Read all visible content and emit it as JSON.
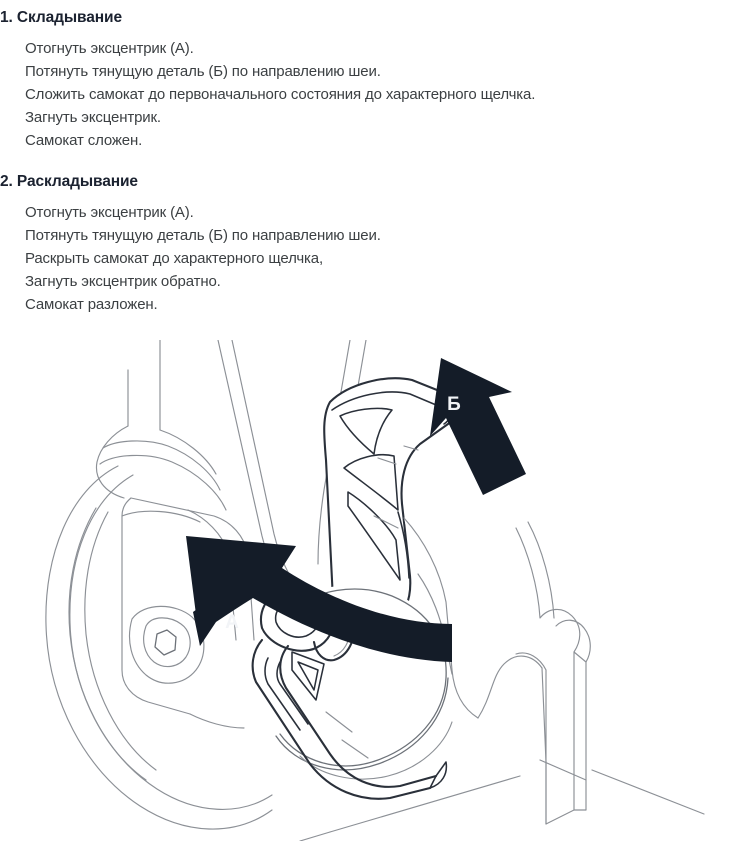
{
  "document": {
    "type": "instruction-manual-page",
    "language": "ru",
    "background_color": "#ffffff",
    "heading_color": "#1b2230",
    "body_color": "#3c4043",
    "line_art_color": "#8c9096",
    "arrow_color": "#141c28"
  },
  "sections": [
    {
      "heading": "1. Складывание",
      "steps": [
        "Отогнуть эксцентрик (А).",
        "Потянуть тянущую деталь (Б) по направлению шеи.",
        "Сложить самокат до первоначального состояния до характерного щелчка.",
        "Загнуть эксцентрик.",
        "Самокат сложен."
      ]
    },
    {
      "heading": "2. Раскладывание",
      "steps": [
        "Отогнуть эксцентрик (А).",
        "Потянуть тянущую деталь (Б) по направлению шеи.",
        "Раскрыть самокат до характерного щелчка,",
        "Загнуть эксцентрик обратно.",
        "Самокат разложен."
      ]
    }
  ],
  "illustration": {
    "caption_alt": "Линейный технический рисунок передней части складного самоката: колесо, вилка, шея, эксцентриковый зажим и дека",
    "annotations": [
      {
        "label": "Б",
        "kind": "straight-arrow",
        "direction": "up-left",
        "meaning": "потянуть тянущую деталь вверх"
      },
      {
        "label": "А",
        "kind": "curved-arrow",
        "direction": "counter-clockwise-left",
        "meaning": "отогнуть эксцентрик"
      }
    ]
  }
}
